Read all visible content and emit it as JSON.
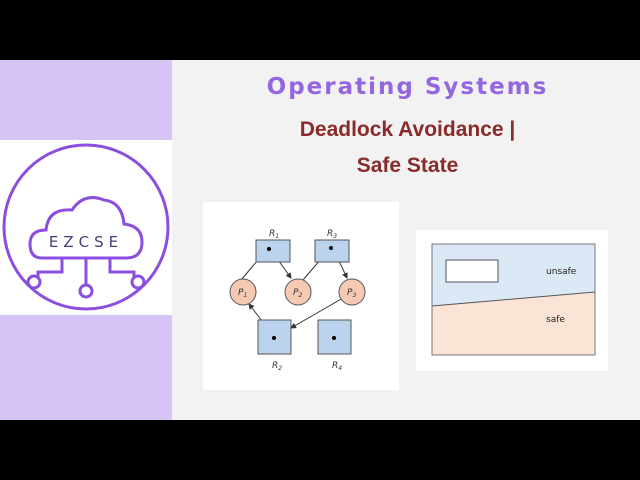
{
  "title": "Operating Systems",
  "subtitle_line1": "Deadlock Avoidance |",
  "subtitle_line2": "Safe State",
  "logo": {
    "text": "EZCSE",
    "icon": "cloud-network-icon"
  },
  "graph": {
    "nodes": [
      {
        "id": "R1",
        "kind": "resource",
        "label": "R",
        "sub": "1"
      },
      {
        "id": "R3",
        "kind": "resource",
        "label": "R",
        "sub": "3"
      },
      {
        "id": "P1",
        "kind": "process",
        "label": "P",
        "sub": "1"
      },
      {
        "id": "P2",
        "kind": "process",
        "label": "P",
        "sub": "2"
      },
      {
        "id": "P3",
        "kind": "process",
        "label": "P",
        "sub": "3"
      },
      {
        "id": "R2",
        "kind": "resource",
        "label": "R",
        "sub": "2"
      },
      {
        "id": "R4",
        "kind": "resource",
        "label": "R",
        "sub": "4"
      }
    ]
  },
  "states": {
    "unsafe_label": "unsafe",
    "safe_label": "safe"
  },
  "colors": {
    "accent": "#9466e0",
    "subtitle": "#8b2a2a",
    "side": "#d6c4f5",
    "resource": "#bcd3ee",
    "process": "#f6c9b4"
  }
}
